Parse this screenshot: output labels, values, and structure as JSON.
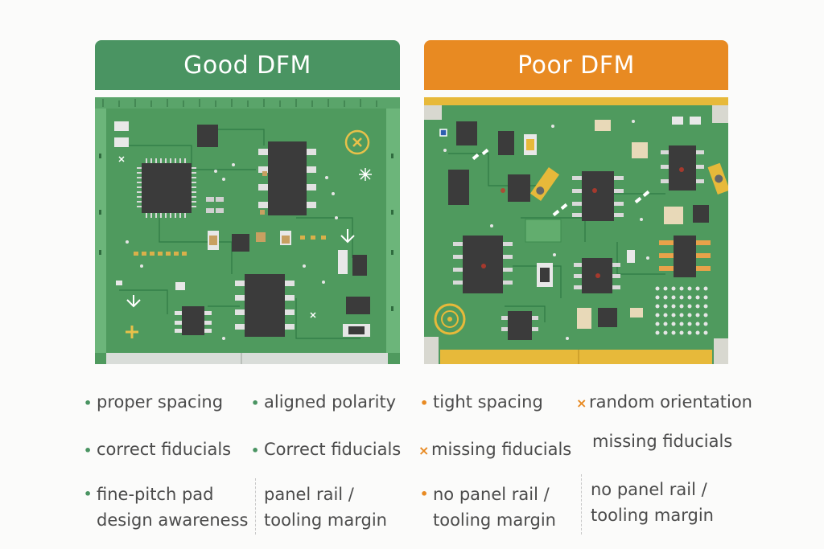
{
  "colors": {
    "good": "#4a9462",
    "poor": "#e88a22",
    "board_green": "#4f9a5e",
    "bullet_green": "#4a9462",
    "bullet_orange": "#e88a22",
    "text": "#4b4b4b"
  },
  "panels": [
    {
      "id": "good",
      "title": "Good DFM"
    },
    {
      "id": "poor",
      "title": "Poor DFM"
    }
  ],
  "bullets": [
    {
      "marker": "•",
      "tone": "green",
      "text": "proper spacing"
    },
    {
      "marker": "•",
      "tone": "green",
      "text": "aligned polarity"
    },
    {
      "marker": "•",
      "tone": "orange",
      "text": "tight spacing"
    },
    {
      "marker": "×",
      "tone": "orange",
      "text": "random orientation"
    },
    {
      "marker": "•",
      "tone": "green",
      "text": "correct fiducials"
    },
    {
      "marker": "•",
      "tone": "green",
      "text": "Correct fiducials"
    },
    {
      "marker": "×",
      "tone": "orange",
      "text": "missing fiducials"
    },
    {
      "marker": "",
      "tone": "none",
      "text": "missing fiducials"
    },
    {
      "marker": "•",
      "tone": "green",
      "text": "fine-pitch pad\ndesign awareness"
    },
    {
      "marker": "",
      "tone": "none",
      "text": "panel rail /\ntooling margin"
    },
    {
      "marker": "•",
      "tone": "orange",
      "text": "no panel rail /\ntooling margin"
    },
    {
      "marker": "",
      "tone": "none",
      "text": "no panel rail /\ntooling margin"
    }
  ]
}
